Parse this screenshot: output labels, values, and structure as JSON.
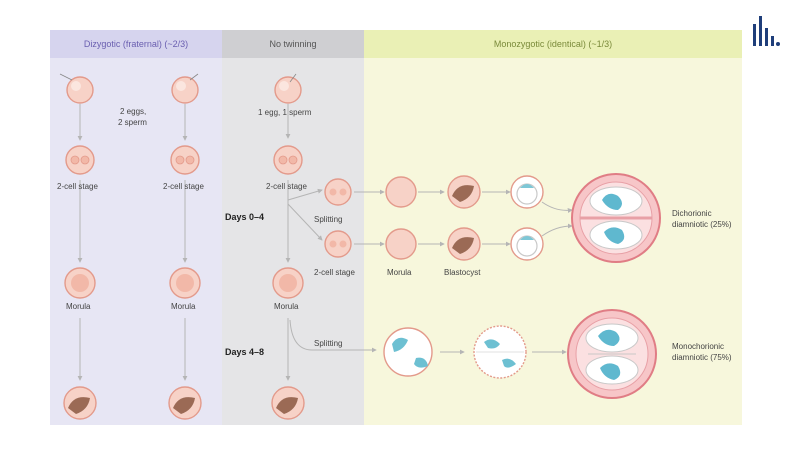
{
  "headers": {
    "dizygotic": "Dizygotic (fraternal) (~2/3)",
    "no_twinning": "No twinning",
    "monozygotic": "Monozygotic (identical) (~1/3)"
  },
  "labels": {
    "two_eggs": "2 eggs,",
    "two_sperm": "2 sperm",
    "one_egg_sperm": "1 egg, 1 sperm",
    "two_cell_a": "2-cell stage",
    "two_cell_b": "2-cell stage",
    "two_cell_c": "2-cell stage",
    "two_cell_d": "2-cell stage",
    "morula_a": "Morula",
    "morula_b": "Morula",
    "morula_c": "Morula",
    "morula_d": "Morula",
    "blastocyst": "Blastocyst",
    "splitting_1": "Splitting",
    "splitting_2": "Splitting",
    "days_0_4": "Days 0–4",
    "days_4_8": "Days 4–8",
    "dichorionic_1": "Dichorionic",
    "dichorionic_2": "diamniotic (25%)",
    "monochorionic_1": "Monochorionic",
    "monochorionic_2": "diamniotic (75%)"
  },
  "colors": {
    "cell": "#f7d2c7",
    "cell_outline": "#e39a8b",
    "fetus": "#5fb8cf",
    "logo": "#1f3e7a"
  },
  "icons": [
    "logo-icon"
  ]
}
